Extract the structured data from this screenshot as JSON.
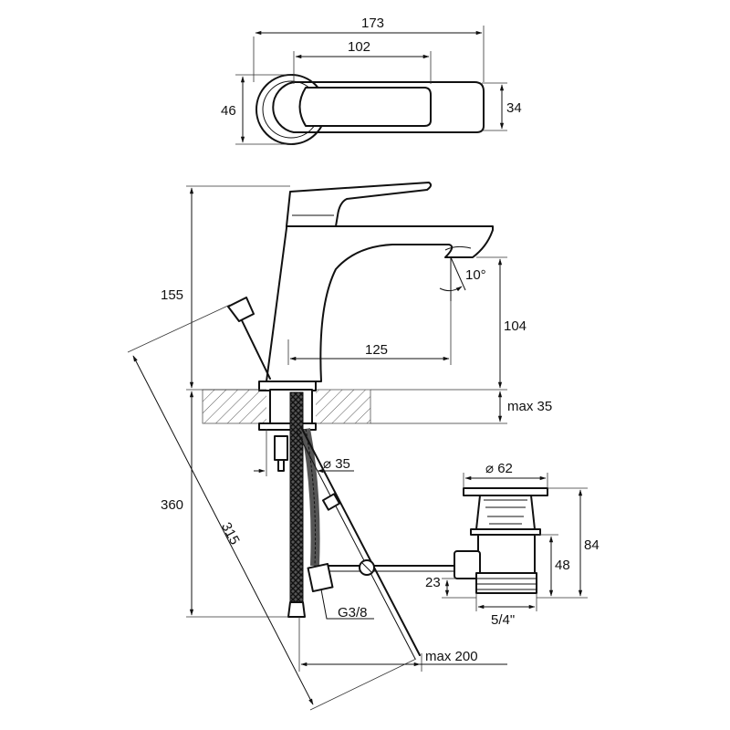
{
  "dimensions": {
    "top_overall_width": "173",
    "top_lever_width": "102",
    "top_base_height": "46",
    "top_lever_height": "34",
    "faucet_height": "155",
    "spout_clearance": "104",
    "spout_angle": "10°",
    "spout_reach": "125",
    "deck_thickness": "max 35",
    "hole_diameter": "⌀ 35",
    "overall_length": "360",
    "rod_length": "315",
    "drain_diameter": "⌀ 62",
    "drain_height": "84",
    "drain_body_height": "48",
    "drain_outlet_height": "23",
    "drain_thread": "5/4\"",
    "hose_thread": "G3/8",
    "rod_reach": "max 200"
  }
}
